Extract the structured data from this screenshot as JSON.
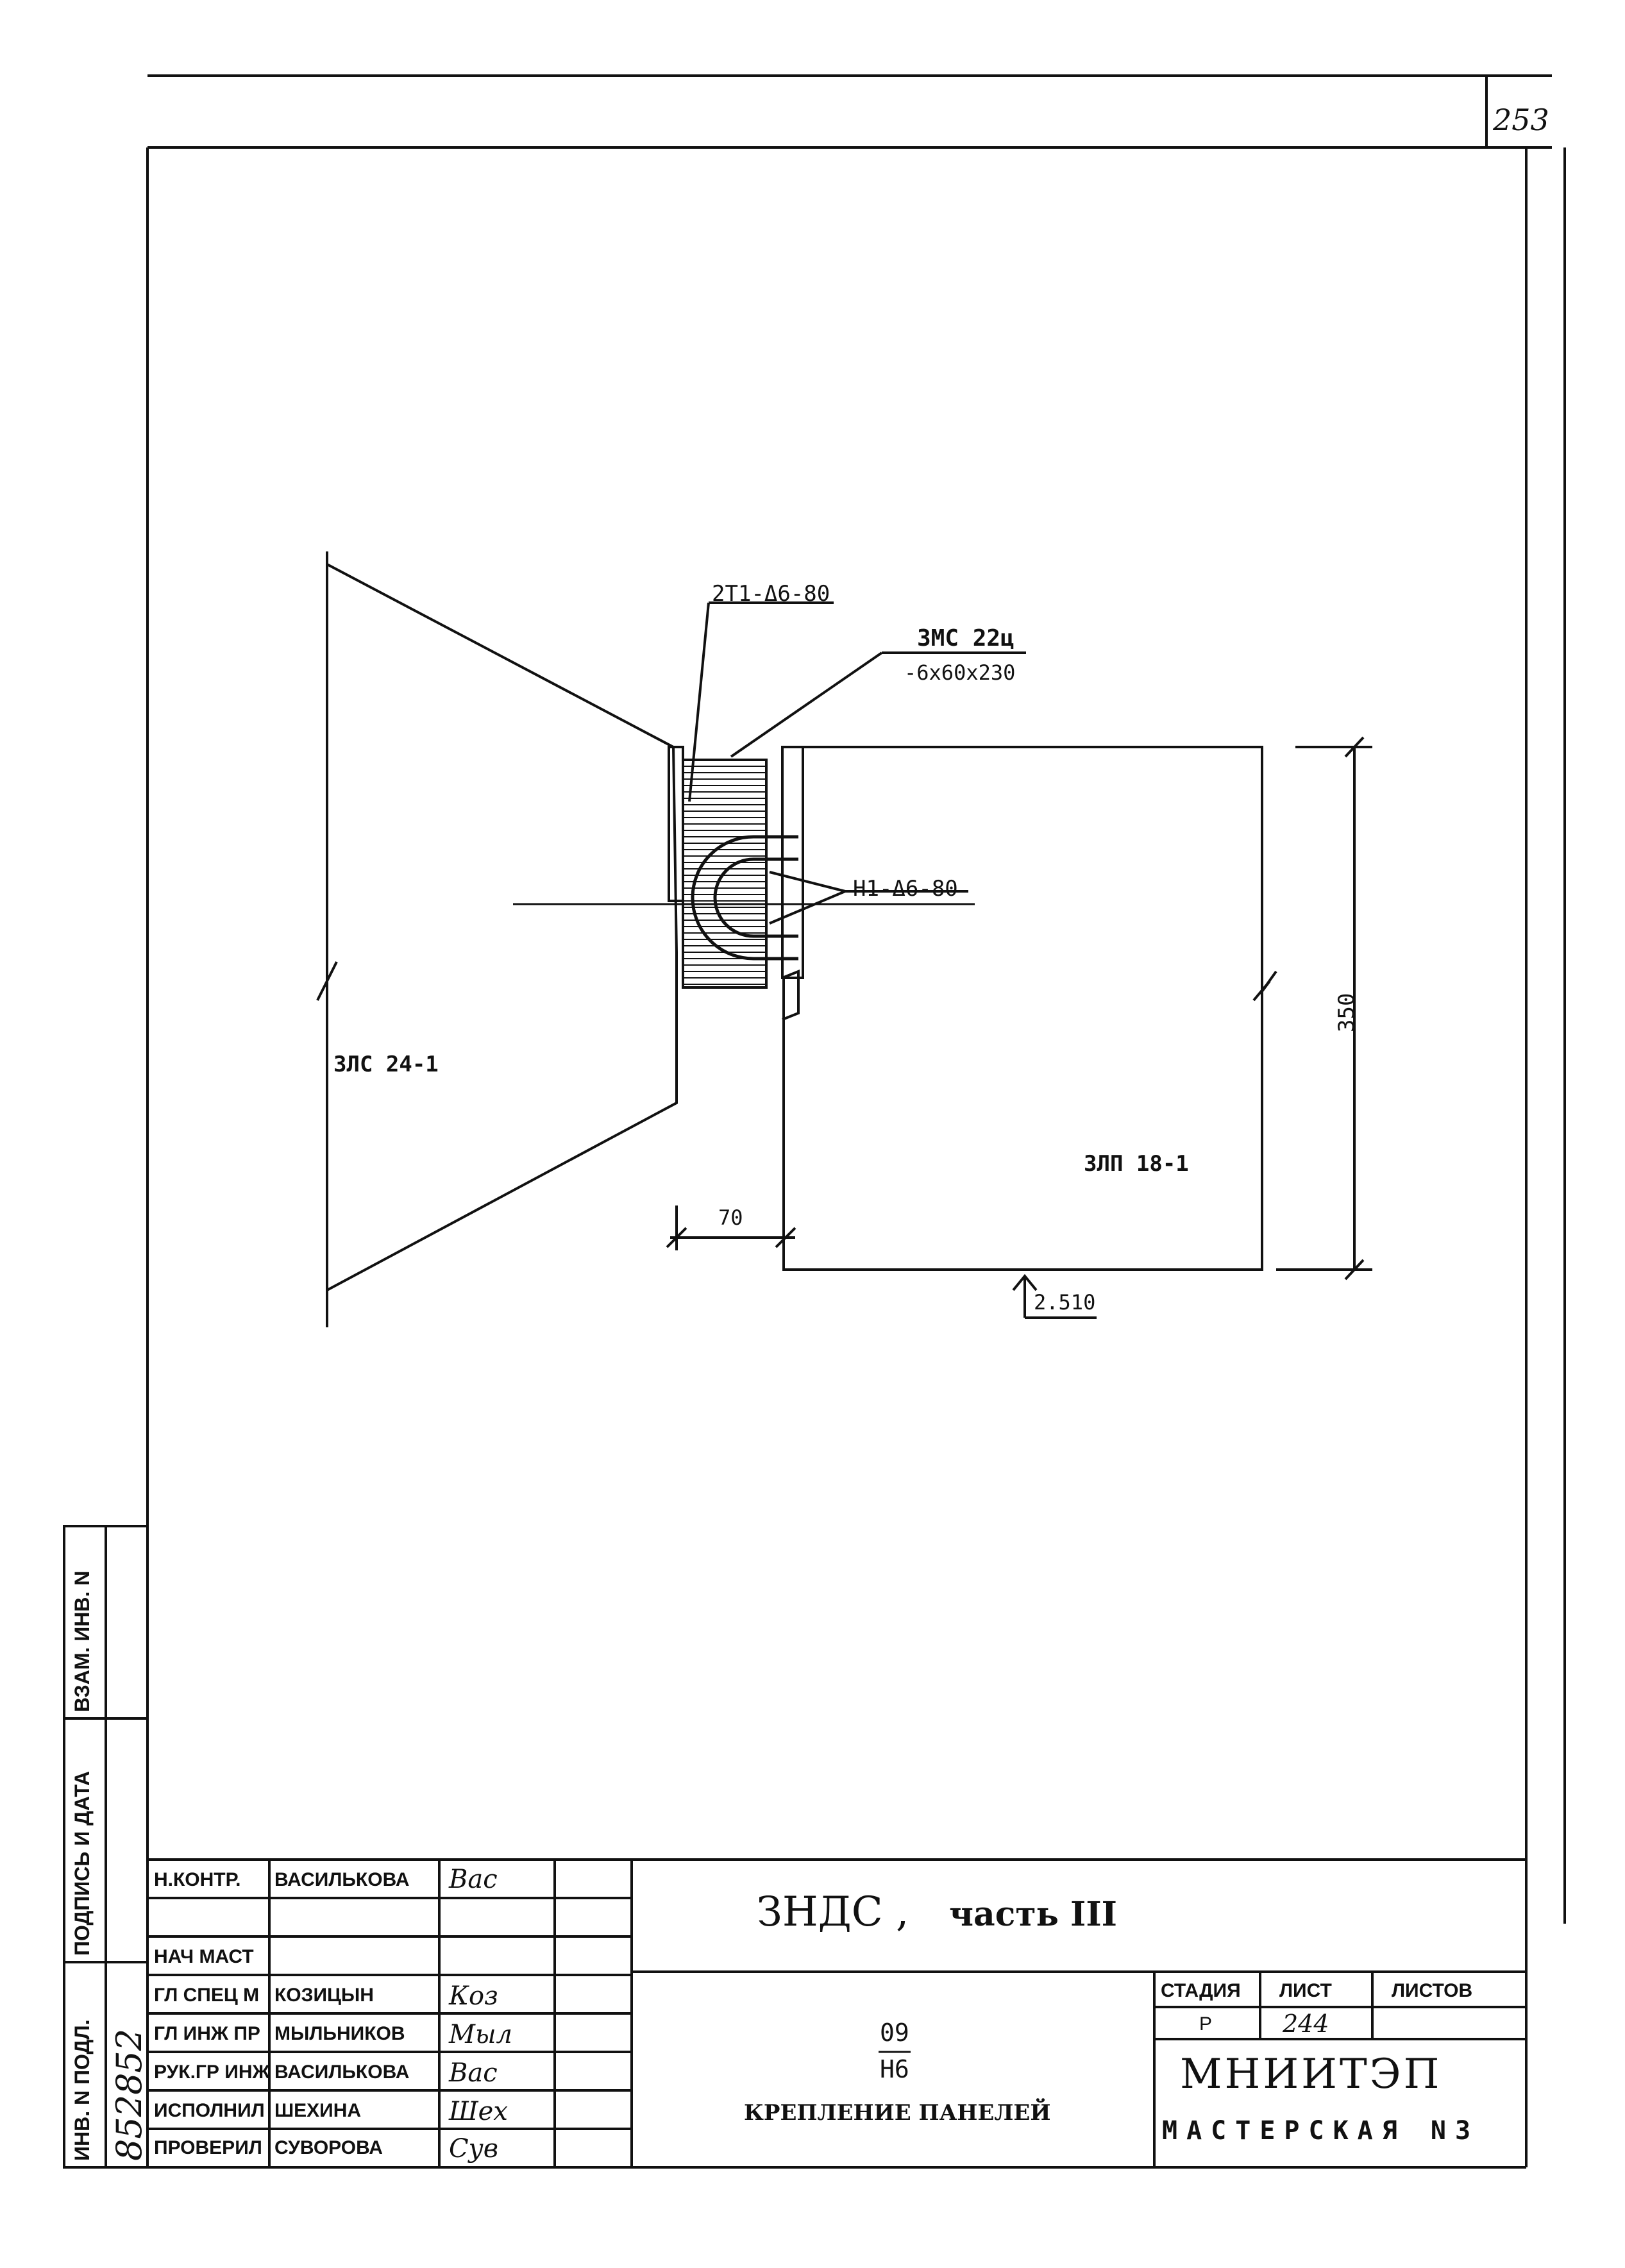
{
  "sheet": {
    "corner_number": "253"
  },
  "drawing": {
    "left_panel_label": "3ЛС 24-1",
    "right_panel_label": "3ЛП 18-1",
    "callout_top": "2Т1-Δ6-80",
    "callout_part": "3МС 22ц",
    "callout_part_size": "-6х60х230",
    "callout_anchor": "Н1-Δ6-80",
    "dim_height": "350",
    "dim_gap": "70",
    "elevation": "2.510"
  },
  "side_stamp": {
    "inv_orig": "ИНВ. N ПОДЛ.",
    "signature_date": "ПОДПИСЬ И ДАТА",
    "vzam_inv": "ВЗАМ. ИНВ. N",
    "inv_number": "852852"
  },
  "title_block": {
    "roles": [
      {
        "role": "Н.КОНТР.",
        "name": "ВАСИЛЬКОВА",
        "sign": "Вас"
      },
      {
        "role": "",
        "name": "",
        "sign": ""
      },
      {
        "role": "НАЧ МАСТ",
        "name": "",
        "sign": ""
      },
      {
        "role": "ГЛ СПЕЦ М",
        "name": "КОЗИЦЫН",
        "sign": "Коз"
      },
      {
        "role": "ГЛ ИНЖ ПР",
        "name": "МЫЛЬНИКОВ",
        "sign": "Мыл"
      },
      {
        "role": "РУК.ГР ИНЖ",
        "name": "ВАСИЛЬКОВА",
        "sign": "Вас"
      },
      {
        "role": "ИСПОЛНИЛ",
        "name": "ШЕХИНА",
        "sign": "Шех"
      },
      {
        "role": "ПРОВЕРИЛ",
        "name": "СУВОРОВА",
        "sign": "Сув"
      }
    ],
    "project": "ЗНДС ,",
    "project_part": "часть III",
    "code_top": "09",
    "code_bottom": "Н6",
    "sheet_title": "КРЕПЛЕНИЕ ПАНЕЛЕЙ",
    "stage_label": "СТАДИЯ",
    "sheet_label": "ЛИСТ",
    "sheets_label": "ЛИСТОВ",
    "stage_value": "Р",
    "sheet_value": "244",
    "sheets_value": "",
    "org_name": "МНИИТЭП",
    "org_workshop": "МАСТЕРСКАЯ N3"
  }
}
